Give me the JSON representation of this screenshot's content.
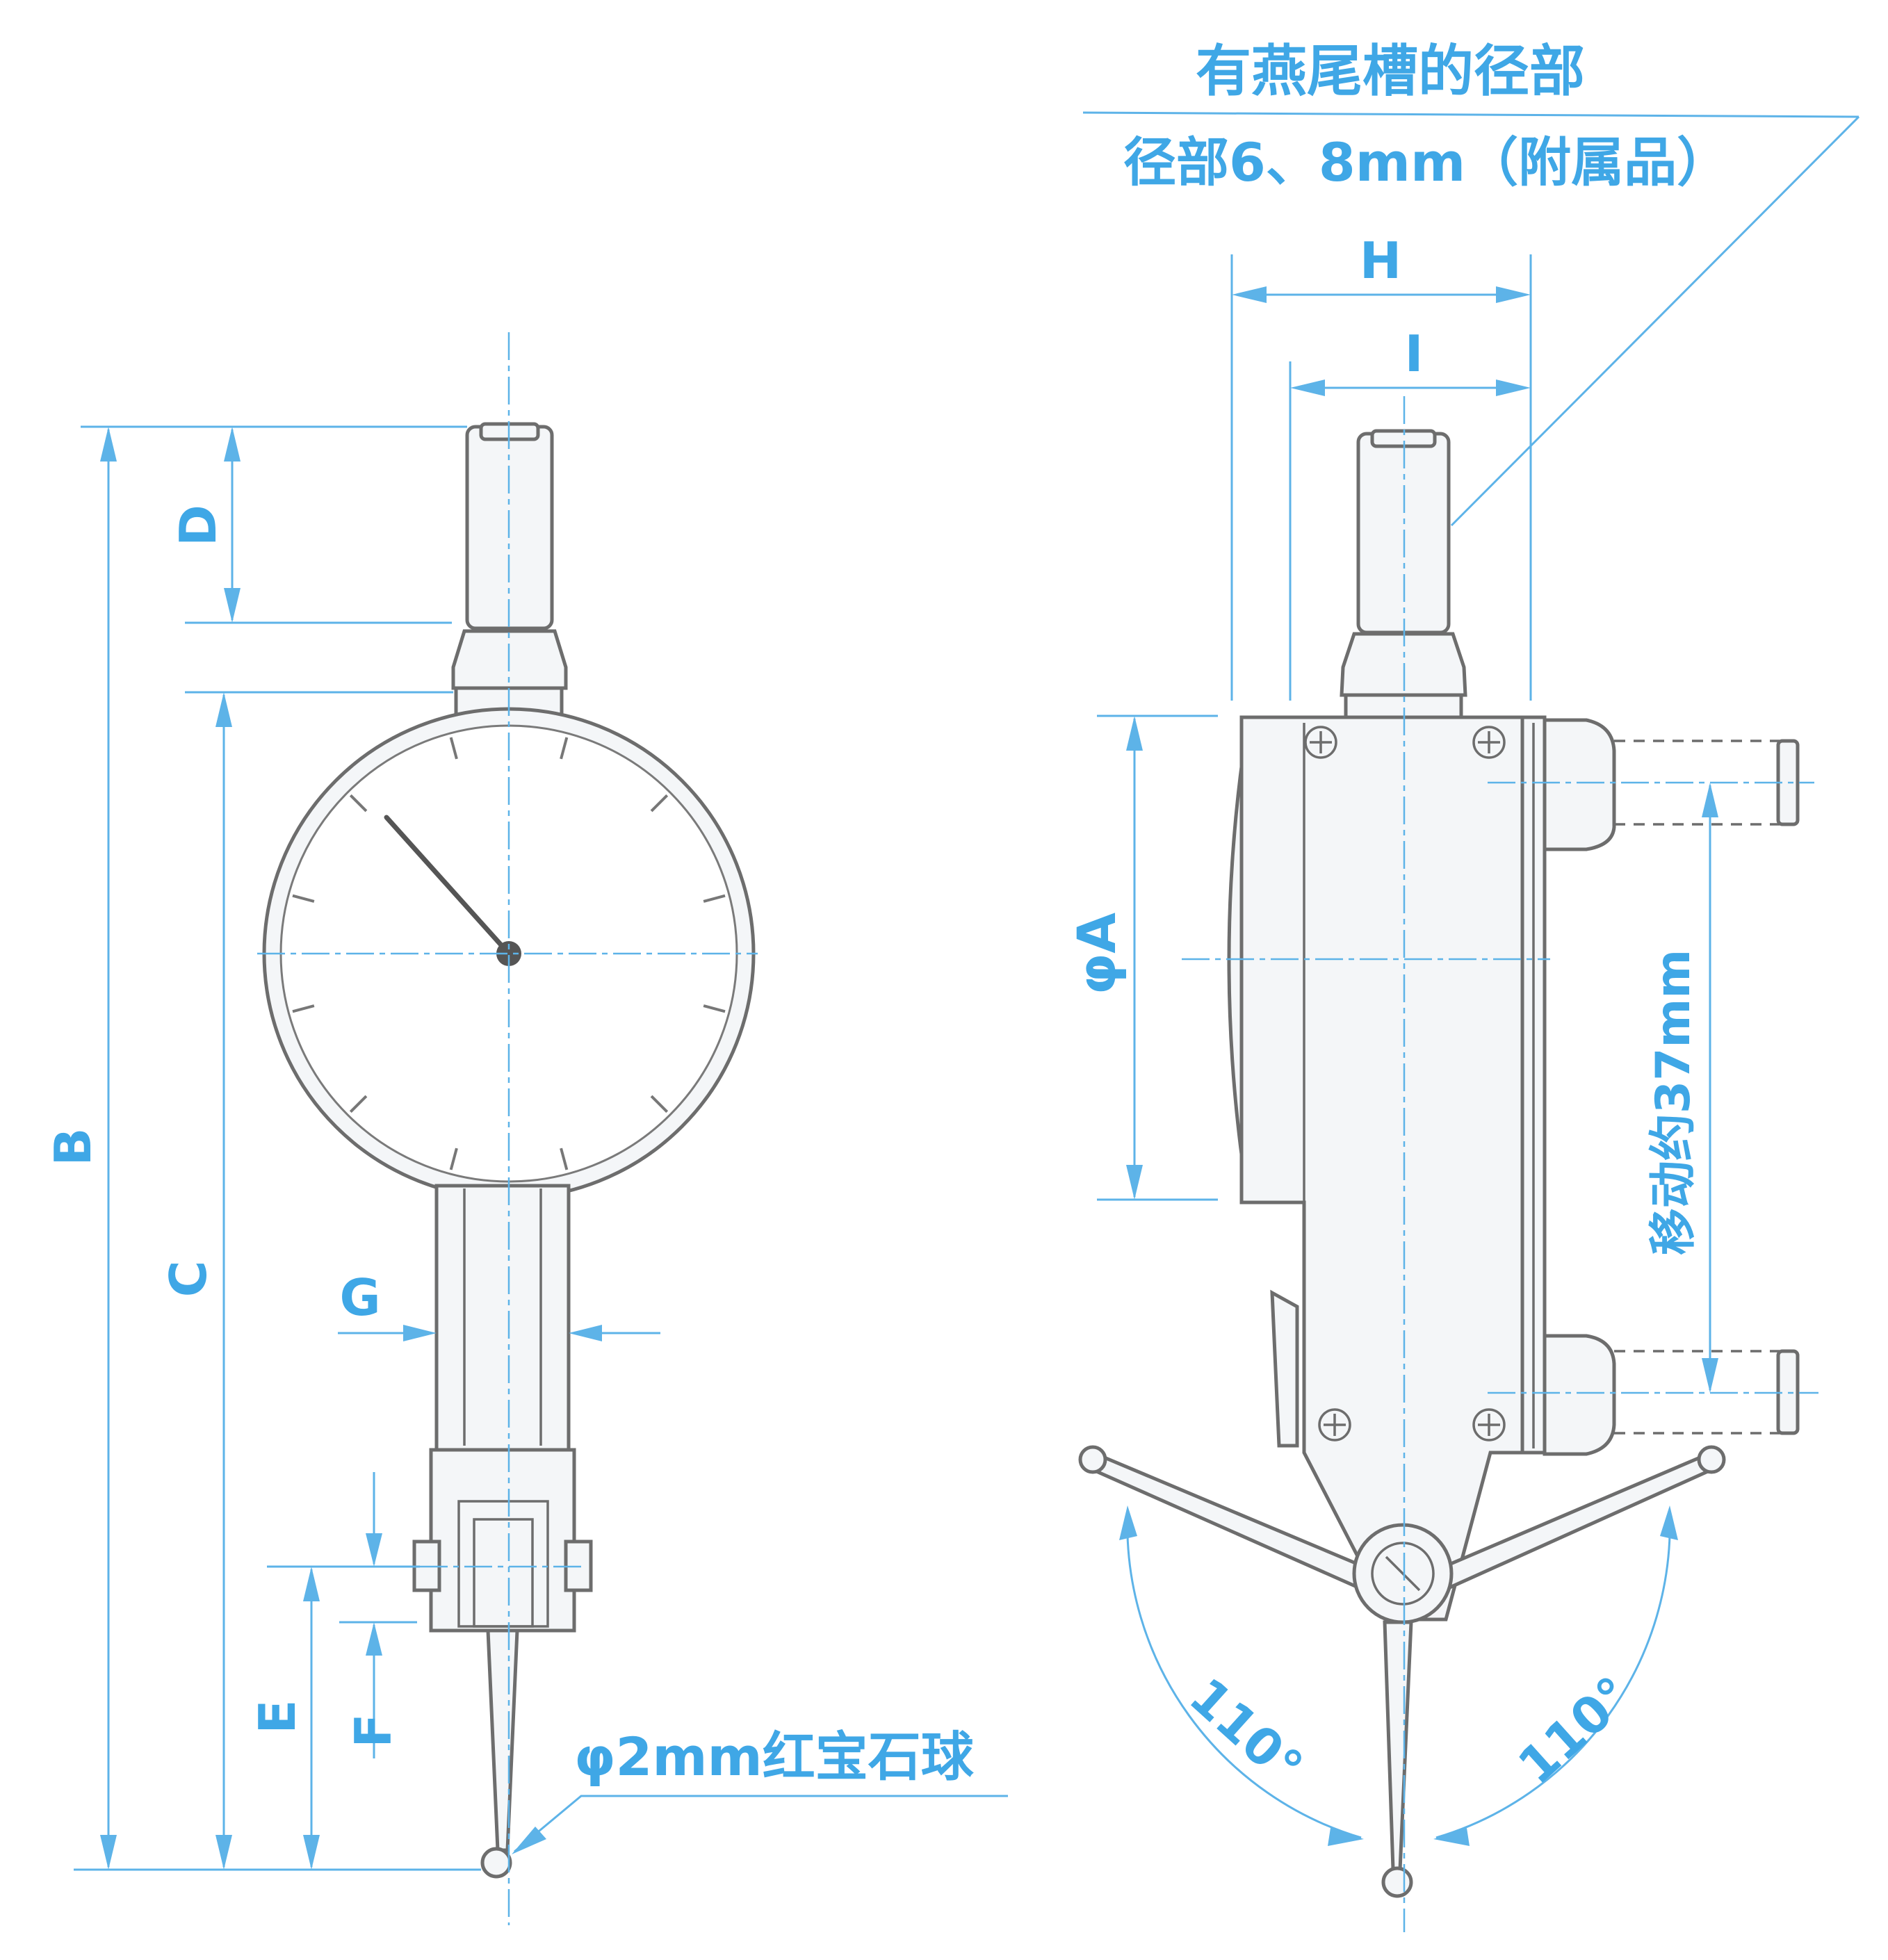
{
  "labels": {
    "dovetail": "有燕尾槽的径部",
    "stem": "径部6、8mm（附属品）",
    "H": "H",
    "I": "I",
    "phiA": "φA",
    "travel": "移动约37mm",
    "B": "B",
    "C": "C",
    "D": "D",
    "E": "E",
    "F": "F",
    "G": "G",
    "ruby": "φ2mm红宝石球",
    "angle_left": "110°",
    "angle_right": "110°"
  },
  "colors": {
    "dimension": "#5db3e8",
    "label": "#3fa7e6",
    "outline": "#6d6d6d",
    "body_fill": "#f4f6f8"
  }
}
